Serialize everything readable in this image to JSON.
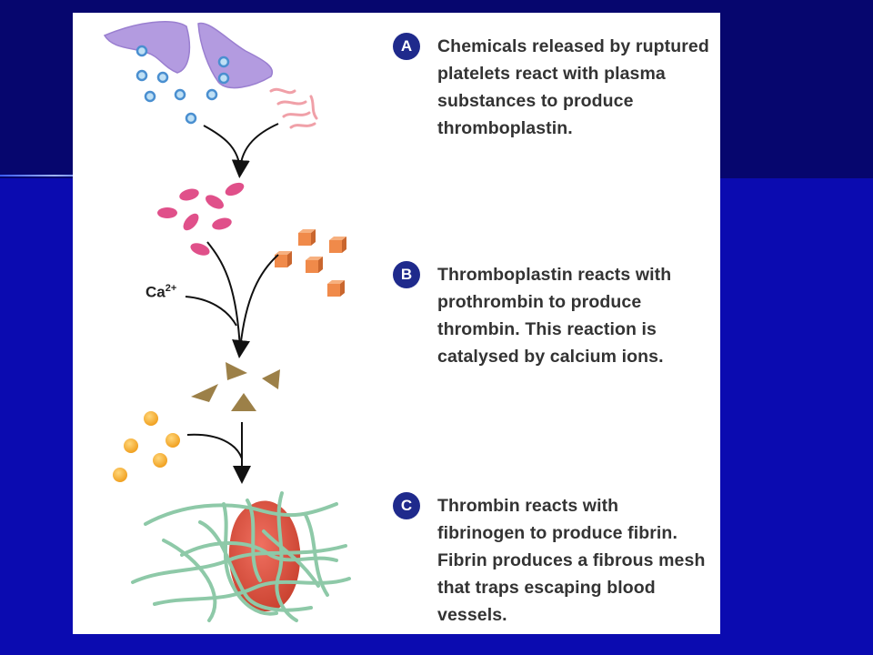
{
  "steps": [
    {
      "badge": "A",
      "text": "Chemicals released by ruptured platelets react with plasma substances to produce thromboplastin."
    },
    {
      "badge": "B",
      "text": "Thromboplastin reacts with prothrombin to produce thrombin. This reaction is catalysed by calcium ions."
    },
    {
      "badge": "C",
      "text": "Thrombin reacts with fibrinogen to produce fibrin. Fibrin produces a fibrous mesh that traps escaping blood vessels."
    }
  ],
  "ca_label": {
    "base": "Ca",
    "charge": "2+"
  },
  "colors": {
    "platelet": "#b59be0",
    "chemical_dot": "#5aa2d8",
    "plasma": "#f0a0a8",
    "thromboplastin": "#e0508a",
    "prothrombin": "#f08a4a",
    "thrombin": "#9c8048",
    "fibrinogen": "#f5b638",
    "fibrin": "#8ec9a8",
    "blood_cell": "#e05a4a",
    "badge": "#1f2a8c"
  }
}
